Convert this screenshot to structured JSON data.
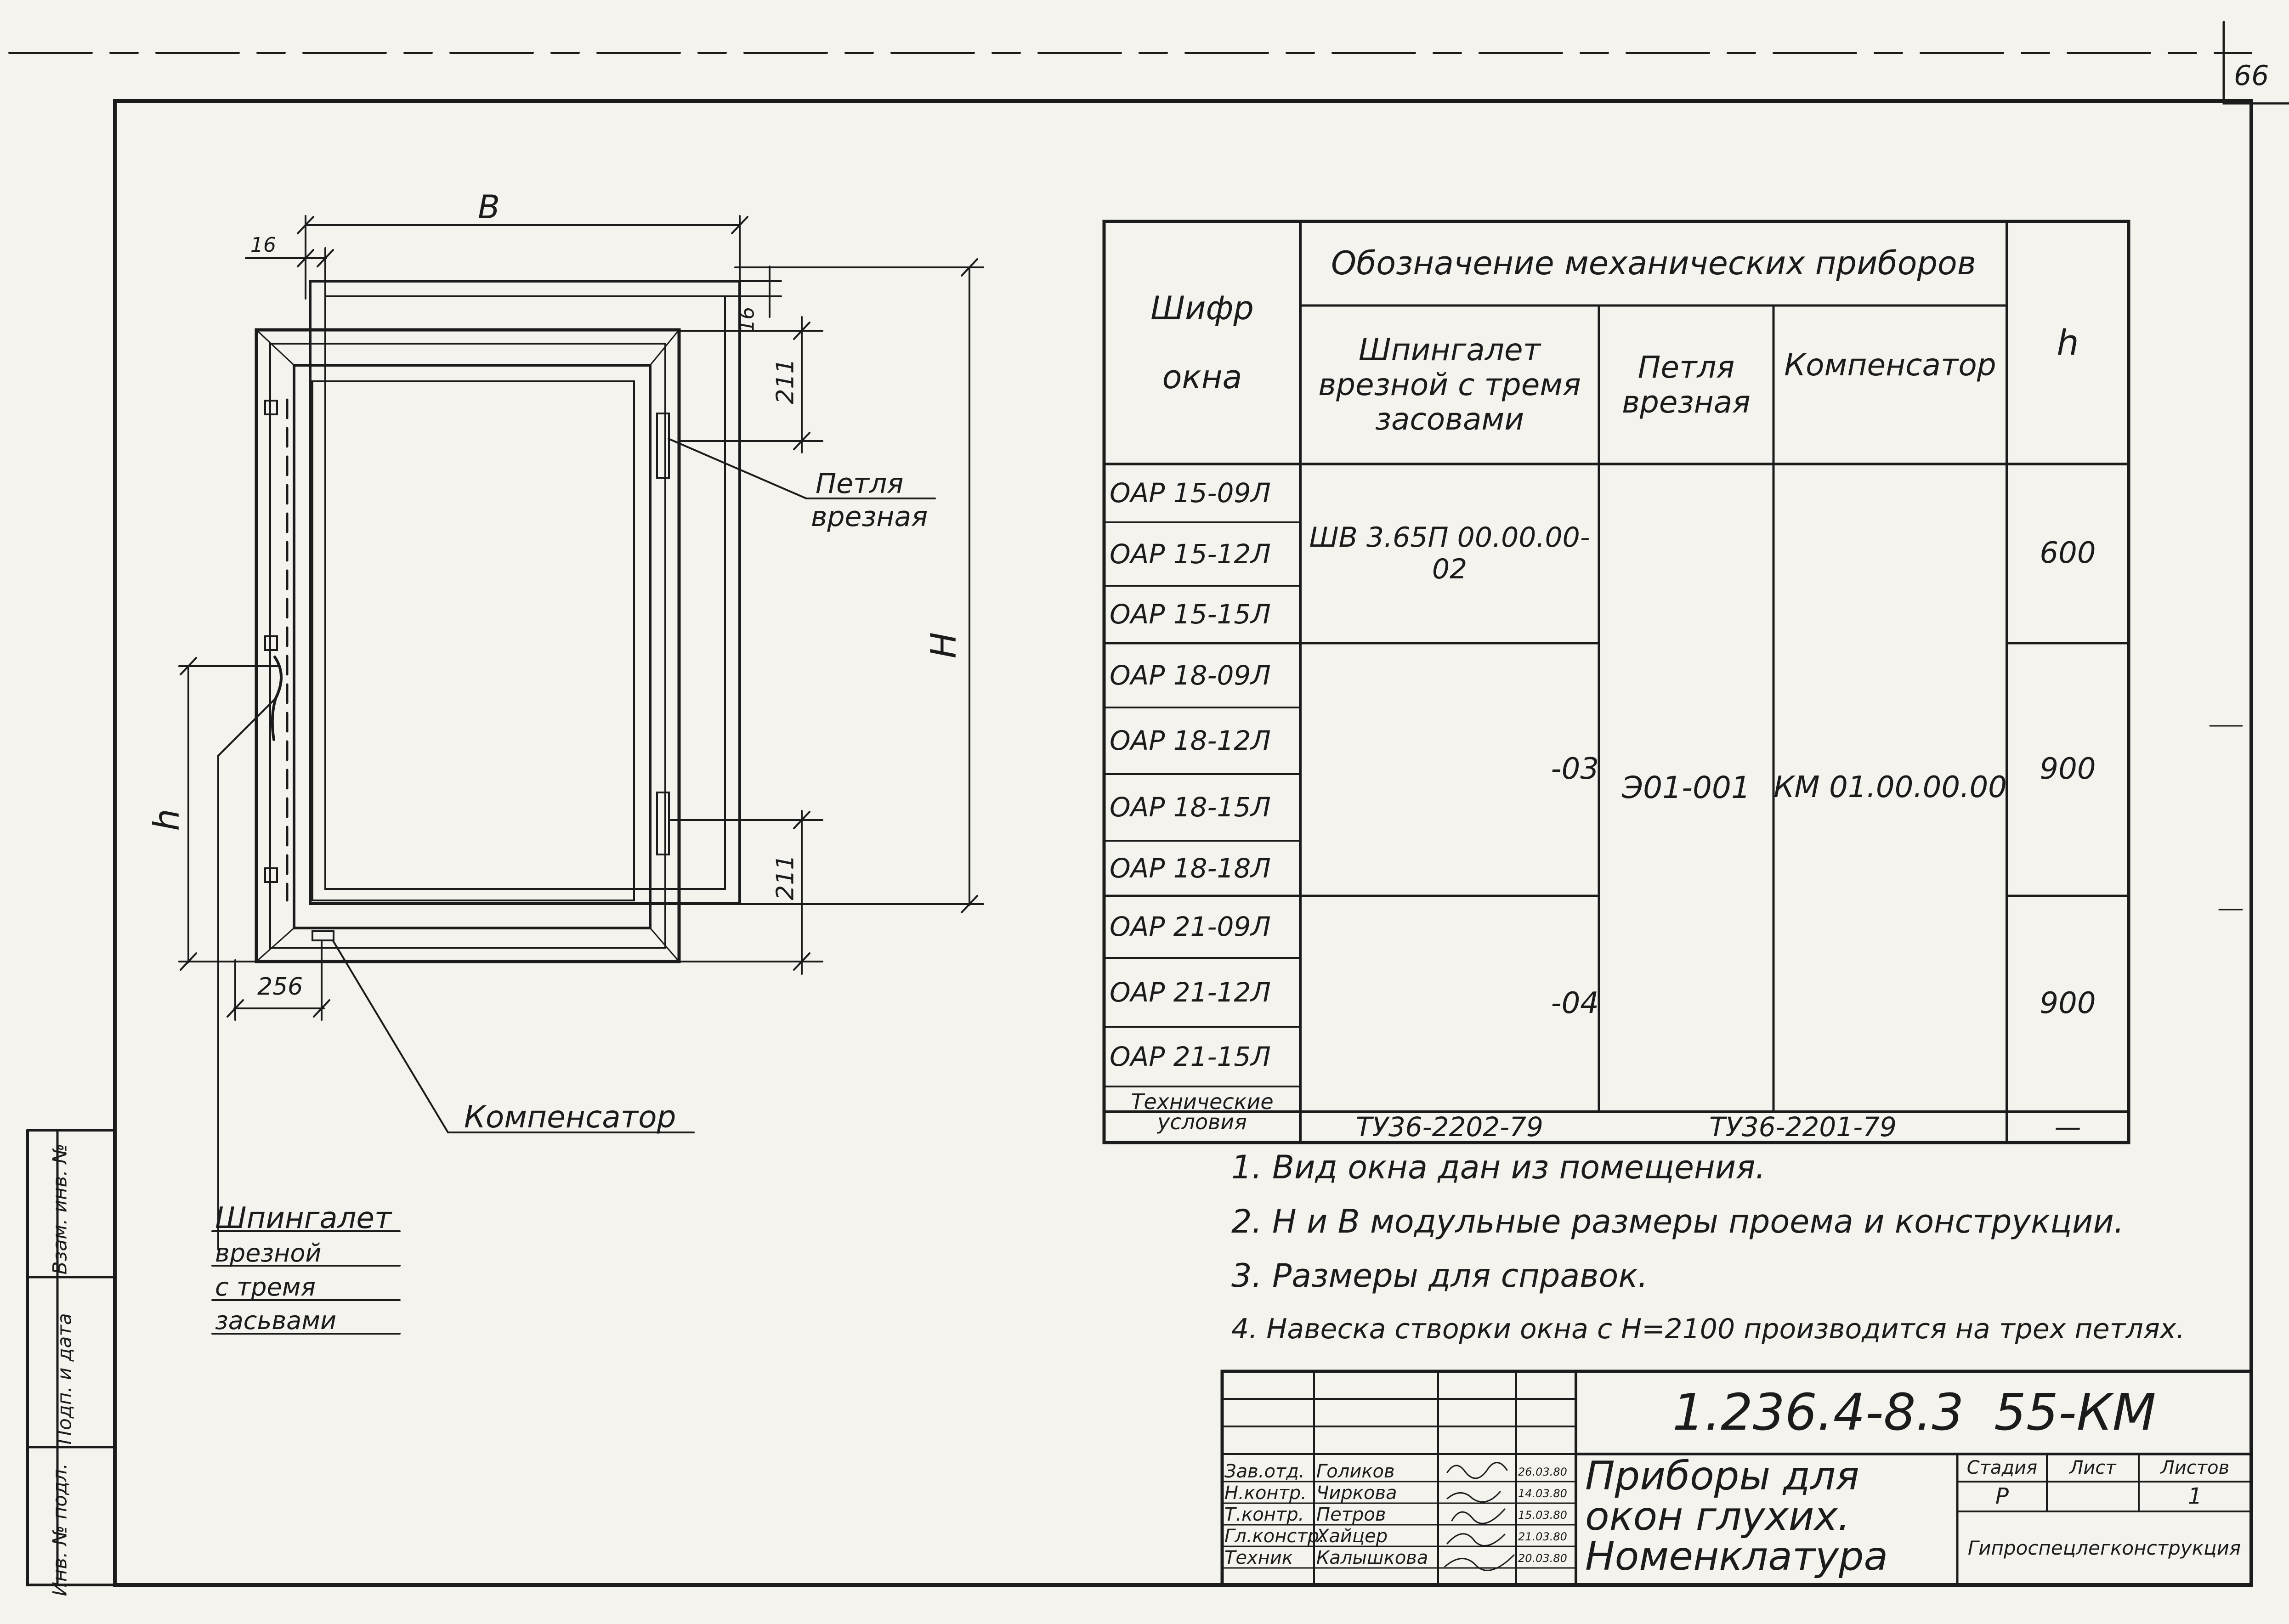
{
  "sheet_number": "66",
  "drawing": {
    "dim_16_top": "16",
    "dim_B": "B",
    "dim_16_right": "16",
    "dim_211_top": "211",
    "dim_H": "H",
    "dim_h": "h",
    "dim_211_bottom": "211",
    "dim_256": "256",
    "label_petlya": [
      "Петля",
      "врезная"
    ],
    "label_kompensator": "Компенсатор",
    "label_shpingalet": [
      "Шпингалет",
      "врезной",
      "с тремя",
      "засьвами"
    ]
  },
  "table": {
    "header_group": "Обозначение механических приборов",
    "col_code": [
      "Шифр",
      "окна"
    ],
    "col_shpingalet": [
      "Шпингалет",
      "врезной с тремя",
      "засовами"
    ],
    "col_petlya": [
      "Петля",
      "врезная"
    ],
    "col_kompensator": "Компенсатор",
    "col_h": "h",
    "rows": [
      "ОАР 15-09Л",
      "ОАР 15-12Л",
      "ОАР 15-15Л",
      "ОАР 18-09Л",
      "ОАР 18-12Л",
      "ОАР 18-15Л",
      "ОАР 18-18Л",
      "ОАР 21-09Л",
      "ОАР 21-12Л",
      "ОАР 21-15Л"
    ],
    "shpingalet_group1": "ШВ 3.65П 00.00.00-02",
    "shpingalet_group2": "-03",
    "shpingalet_group3": "-04",
    "petlya_value": "Э01-001",
    "kompensator_value": "КМ 01.00.00.00",
    "h_group1": "600",
    "h_group2": "900",
    "h_group3": "900",
    "tu_label": [
      "Технические",
      "условия"
    ],
    "tu_shpingalet": "ТУ36-2202-79",
    "tu_petlya_komp": "ТУ36-2201-79",
    "tu_h": "—"
  },
  "notes": [
    "1. Вид окна дан из помещения.",
    "2. Н и В модульные размеры проема и конструкции.",
    "3. Размеры для справок.",
    "4. Навеска створки окна с Н=2100 производится на трех петлях."
  ],
  "stamp": {
    "doc_code": "1.236.4-8.3",
    "sheet_code": "55-КМ",
    "title": [
      "Приборы для",
      "окон глухих.",
      "Номенклатура"
    ],
    "stage_label": "Стадия",
    "sheet_label": "Лист",
    "sheets_label": "Листов",
    "stage_value": "Р",
    "sheets_value": "1",
    "organization": "Гипроспецлегконструкция",
    "people": [
      {
        "role": "Зав.отд.",
        "name": "Голиков",
        "date": "26.03.80"
      },
      {
        "role": "Н.контр.",
        "name": "Чиркова",
        "date": "14.03.80"
      },
      {
        "role": "Т.контр.",
        "name": "Петров",
        "date": "15.03.80"
      },
      {
        "role": "Гл.констр.",
        "name": "Хайцер",
        "date": "21.03.80"
      },
      {
        "role": "Техник",
        "name": "Калышкова",
        "date": "20.03.80"
      }
    ]
  },
  "side_stamp": [
    "Инв. № подл.",
    "Подп. и дата",
    "Взам. инв. №"
  ]
}
